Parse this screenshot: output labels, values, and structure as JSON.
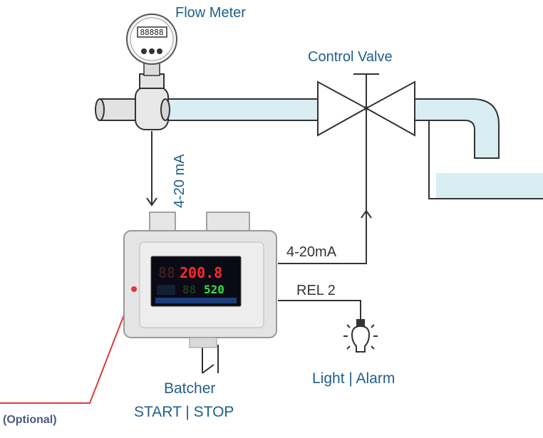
{
  "labels": {
    "flow_meter": "Flow Meter",
    "control_valve": "Control Valve",
    "input_signal": "4-20 mA",
    "output_signal": "4-20mA",
    "relay": "REL 2",
    "light_alarm": "Light | Alarm",
    "batcher": "Batcher",
    "start_stop": "START | STOP",
    "optional": "(Optional)"
  },
  "controller_display": {
    "top_value": "200.8",
    "top_ghost": "88",
    "bottom_value": "520",
    "bottom_ghost": "88"
  },
  "colors": {
    "label": "#1f5f8b",
    "pipe_fill": "#d9eef3",
    "optional_line": "#e03a3a",
    "top_digits": "#ff2a2a",
    "bottom_digits": "#36e04a"
  }
}
